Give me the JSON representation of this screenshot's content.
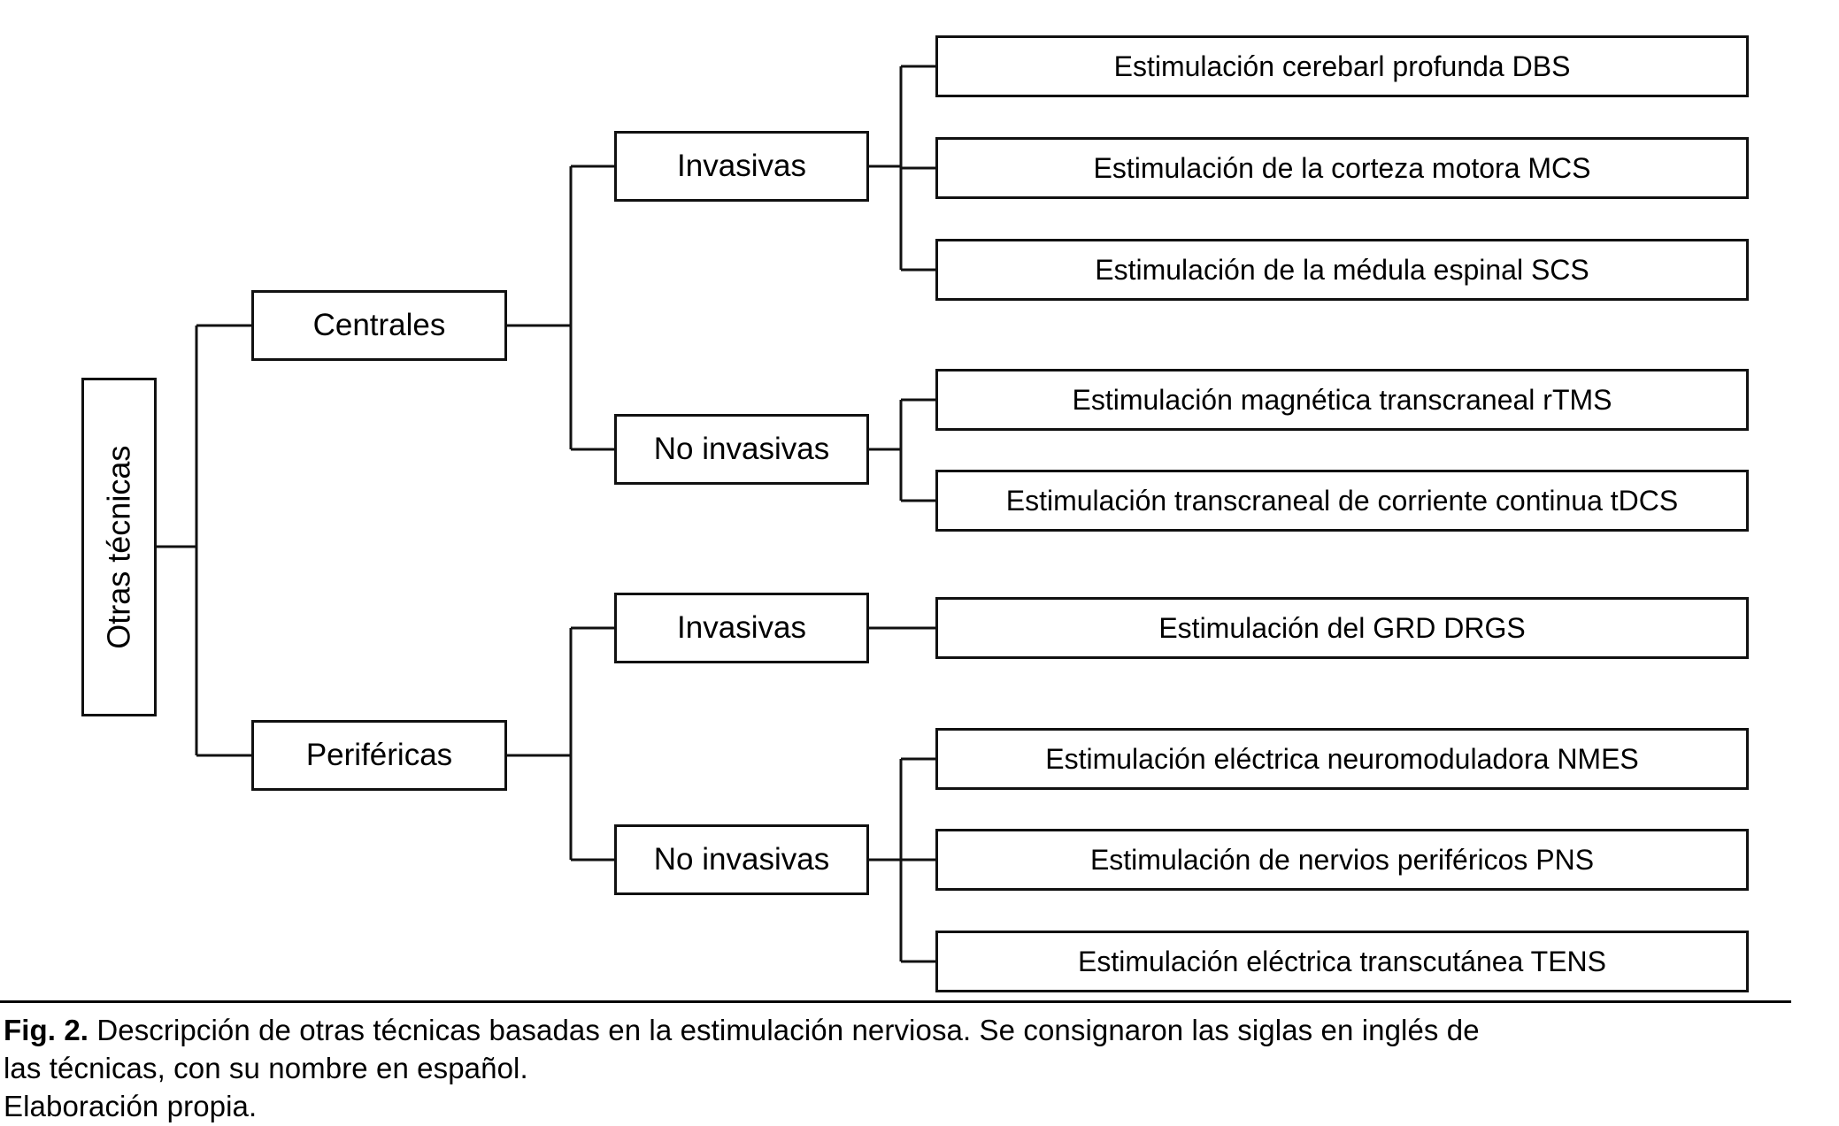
{
  "figure": {
    "root": {
      "label": "Otras técnicas"
    },
    "branches": [
      {
        "label": "Centrales",
        "groups": [
          {
            "label": "Invasivas",
            "leaves": [
              "Estimulación cerebarl profunda DBS",
              "Estimulación de la corteza motora MCS",
              "Estimulación de la médula espinal SCS"
            ]
          },
          {
            "label": "No invasivas",
            "leaves": [
              "Estimulación magnética transcraneal rTMS",
              "Estimulación transcraneal de corriente continua tDCS"
            ]
          }
        ]
      },
      {
        "label": "Periféricas",
        "groups": [
          {
            "label": "Invasivas",
            "leaves": [
              "Estimulación del GRD DRGS"
            ]
          },
          {
            "label": "No invasivas",
            "leaves": [
              "Estimulación eléctrica neuromoduladora NMES",
              "Estimulación de nervios periféricos PNS",
              "Estimulación eléctrica transcutánea TENS"
            ]
          }
        ]
      }
    ]
  },
  "caption": {
    "figure_number": "Fig. 2.",
    "line1": " Descripción de otras técnicas basadas en la estimulación nerviosa. Se consignaron las siglas en inglés de",
    "line2": "las técnicas, con su nombre en español.",
    "line3": "Elaboración propia."
  },
  "colors": {
    "stroke": "#111111",
    "background": "#ffffff",
    "text": "#000000"
  }
}
